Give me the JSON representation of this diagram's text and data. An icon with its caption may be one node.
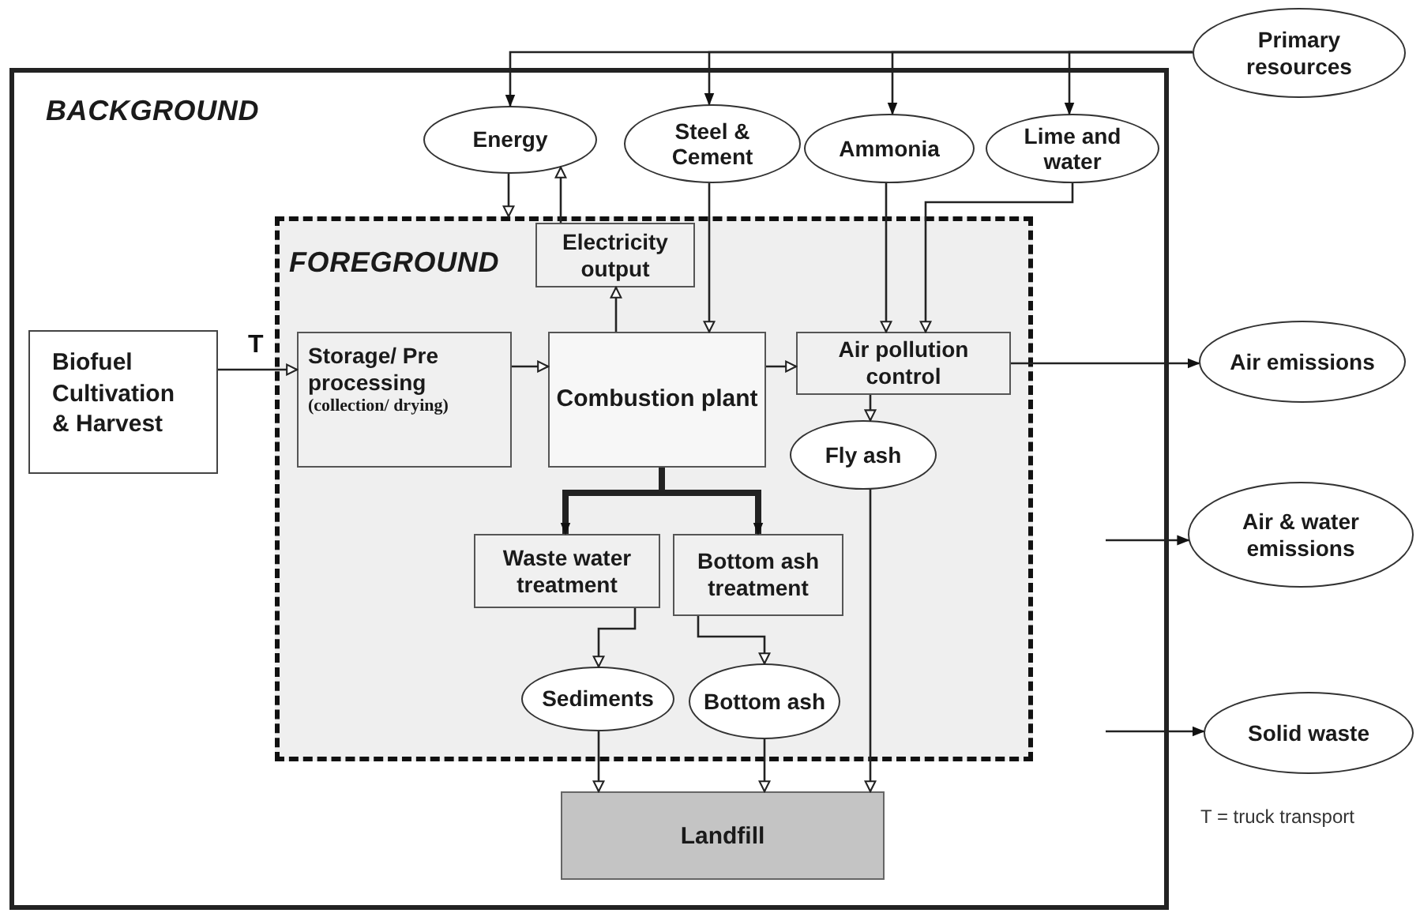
{
  "diagram": {
    "nodes": [
      {
        "text": [
          "BACKGROUND"
        ]
      },
      {
        "text": [
          "FOREGROUND"
        ],
        "in": 0
      },
      {
        "text": [
          "Primary resources"
        ]
      },
      {
        "text": [
          "Energy"
        ],
        "in": 0
      },
      {
        "text": [
          "Steel & Cement"
        ],
        "in": 0
      },
      {
        "text": [
          "Ammonia"
        ],
        "in": 0
      },
      {
        "text": [
          "Lime and water"
        ],
        "in": 0
      },
      {
        "text": [
          "Electricity output"
        ],
        "in": 1
      },
      {
        "text": [
          "Biofuel Cultivation & Harvest"
        ],
        "in": 0
      },
      {
        "text": [
          "Storage/ Pre processing",
          "(collection/ drying)"
        ],
        "in": 1
      },
      {
        "text": [
          "Combustion plant"
        ],
        "in": 1
      },
      {
        "text": [
          "Air pollution control"
        ],
        "in": 1
      },
      {
        "text": [
          "Fly ash"
        ],
        "in": 1
      },
      {
        "text": [
          "Waste water treatment"
        ],
        "in": 1
      },
      {
        "text": [
          "Bottom ash treatment"
        ],
        "in": 1
      },
      {
        "text": [
          "Sediments"
        ],
        "in": 1
      },
      {
        "text": [
          "Bottom ash"
        ],
        "in": 1
      },
      {
        "text": [
          "Landfill"
        ],
        "in": 0
      },
      {
        "text": [
          "Air emissions"
        ]
      },
      {
        "text": [
          "Air & water emissions"
        ]
      },
      {
        "text": [
          "Solid waste"
        ]
      }
    ],
    "edges": [
      {
        "from": 2,
        "to": 3,
        "arrow": "to"
      },
      {
        "from": 2,
        "to": 4,
        "arrow": "to"
      },
      {
        "from": 2,
        "to": 5,
        "arrow": "to"
      },
      {
        "from": 2,
        "to": 6,
        "arrow": "to"
      },
      {
        "from": 3,
        "to": 1,
        "arrow": "to"
      },
      {
        "from": 7,
        "to": 3,
        "arrow": "to"
      },
      {
        "from": 4,
        "to": 10,
        "arrow": "to"
      },
      {
        "from": 5,
        "to": 11,
        "arrow": "to"
      },
      {
        "from": 6,
        "to": 11,
        "arrow": "to"
      },
      {
        "from": 8,
        "to": 9,
        "arrow": "to",
        "label": "T"
      },
      {
        "from": 9,
        "to": 10,
        "arrow": "to"
      },
      {
        "from": 10,
        "to": 7,
        "arrow": "to"
      },
      {
        "from": 10,
        "to": 11,
        "arrow": "to"
      },
      {
        "from": 11,
        "to": 12,
        "arrow": "to"
      },
      {
        "from": 11,
        "to": 18,
        "arrow": "to"
      },
      {
        "from": 10,
        "to": 13,
        "arrow": "to",
        "style": "thick"
      },
      {
        "from": 10,
        "to": 14,
        "arrow": "to",
        "style": "thick"
      },
      {
        "from": 13,
        "to": 15,
        "arrow": "to"
      },
      {
        "from": 14,
        "to": 16,
        "arrow": "to"
      },
      {
        "from": 15,
        "to": 17,
        "arrow": "to"
      },
      {
        "from": 16,
        "to": 17,
        "arrow": "to"
      },
      {
        "from": 12,
        "to": 17,
        "arrow": "to"
      },
      {
        "from": null,
        "to": 19,
        "arrow": "to"
      },
      {
        "from": null,
        "to": 20,
        "arrow": "to"
      }
    ],
    "labels": [
      "T = truck transport"
    ]
  }
}
